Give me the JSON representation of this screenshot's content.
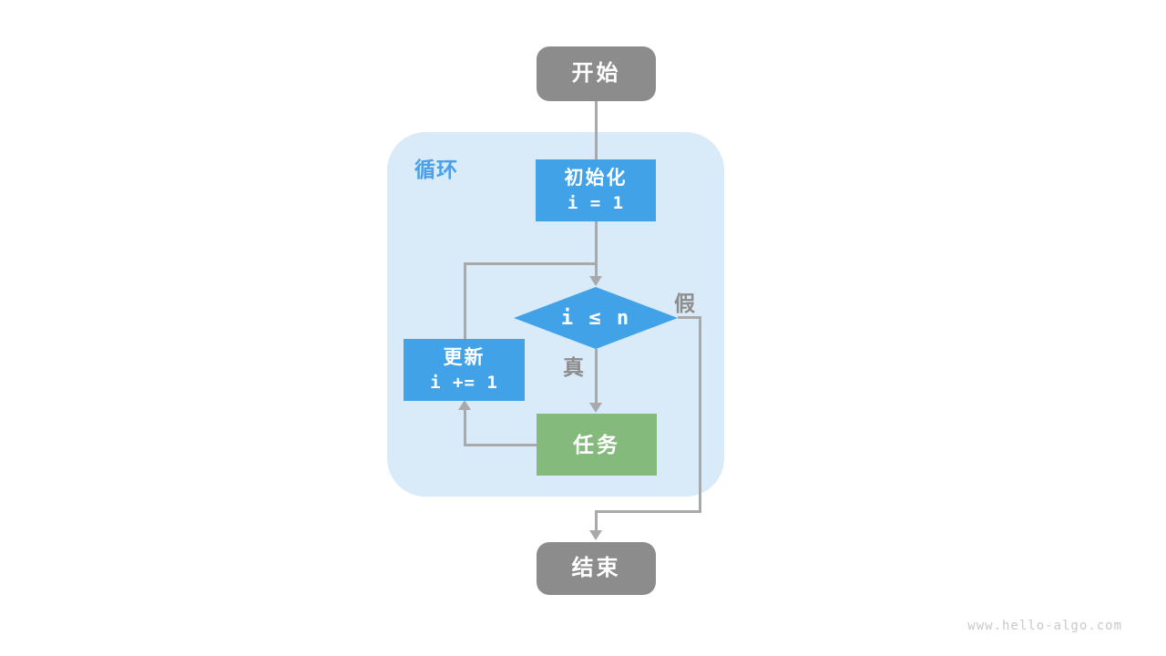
{
  "colors": {
    "node_gray": "#8c8c8c",
    "node_blue": "#42a2e8",
    "node_green": "#85ba7d",
    "node_text": "#ffffff",
    "region_bg": "#d9eaf8",
    "region_label": "#4aa0e8",
    "edge": "#a9a9a9",
    "edge_label": "#8c8c8c",
    "watermark": "#c9c9c9"
  },
  "diagram": {
    "region": {
      "label": "循环"
    },
    "nodes": {
      "start": {
        "label": "开始"
      },
      "init": {
        "title": "初始化",
        "code": "i = 1"
      },
      "condition": {
        "label": "i ≤ n"
      },
      "update": {
        "title": "更新",
        "code": "i += 1"
      },
      "task": {
        "label": "任务"
      },
      "end": {
        "label": "结束"
      }
    },
    "edge_labels": {
      "true_branch": "真",
      "false_branch": "假"
    }
  },
  "watermark": {
    "text": "www.hello-algo.com"
  }
}
